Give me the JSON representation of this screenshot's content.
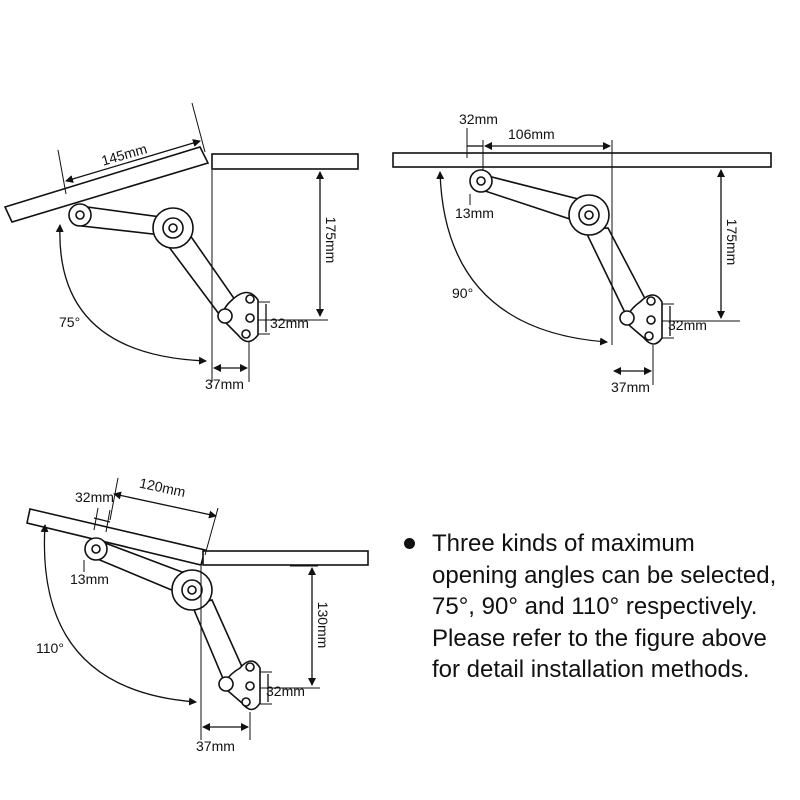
{
  "figures": [
    {
      "angle": "75°",
      "dims": {
        "arm_length": "145mm",
        "height": "175mm",
        "bracket_height": "32mm",
        "bracket_offset": "37mm"
      }
    },
    {
      "angle": "90°",
      "dims": {
        "pivot_gap": "32mm",
        "arm_length": "106mm",
        "pivot_size": "13mm",
        "height": "175mm",
        "bracket_height": "32mm",
        "bracket_offset": "37mm"
      }
    },
    {
      "angle": "110°",
      "dims": {
        "pivot_gap": "32mm",
        "arm_length": "120mm",
        "pivot_size": "13mm",
        "height": "130mm",
        "bracket_height": "32mm",
        "bracket_offset": "37mm"
      }
    }
  ],
  "note": {
    "text": "Three kinds of maximum opening angles can be selected, 75°, 90° and 110° respectively. Please refer to the figure above for detail installation methods."
  }
}
